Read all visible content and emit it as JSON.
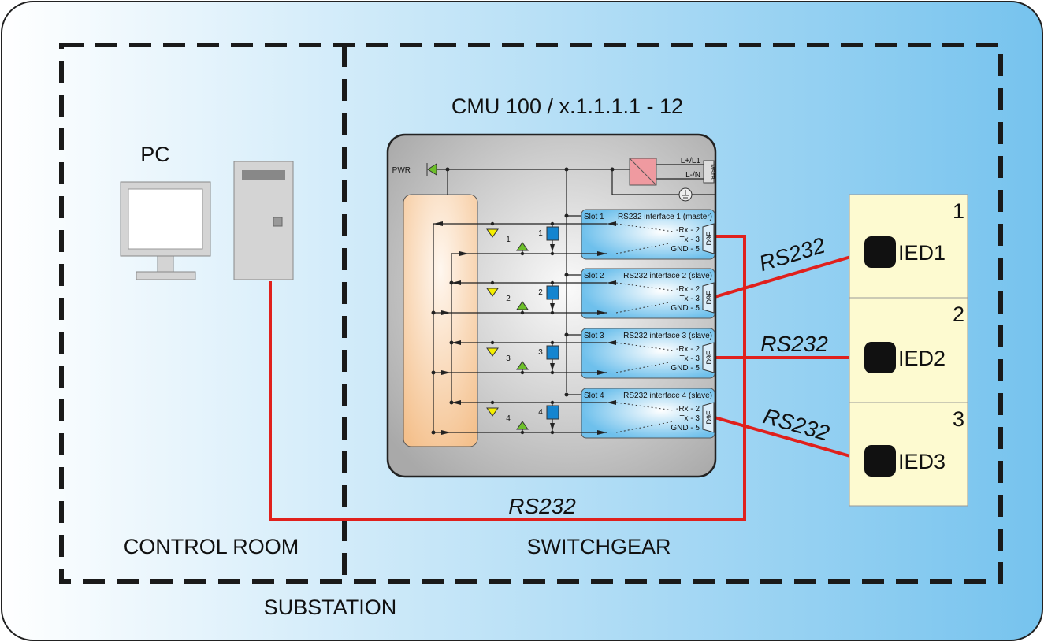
{
  "areas": {
    "substation": "SUBSTATION",
    "control_room": "CONTROL ROOM",
    "switchgear": "SWITCHGEAR"
  },
  "pc": {
    "label": "PC"
  },
  "cmu": {
    "title": "CMU 100 / x.1.1.1.1 - 12",
    "pwr_label": "PWR",
    "power_inputs": [
      "L+/L1",
      "L-/N"
    ],
    "power_connector": "MSTB",
    "slots": [
      {
        "slot": "Slot 1",
        "name": "RS232 interface 1 (master)",
        "index": "1"
      },
      {
        "slot": "Slot 2",
        "name": "RS232 interface 2 (slave)",
        "index": "2"
      },
      {
        "slot": "Slot 3",
        "name": "RS232 interface 3 (slave)",
        "index": "3"
      },
      {
        "slot": "Slot 4",
        "name": "RS232 interface 4 (slave)",
        "index": "4"
      }
    ],
    "pins": [
      "-Rx - 2",
      "Tx - 3",
      "GND - 5"
    ],
    "connector": "D9F"
  },
  "links": {
    "pc_link": "RS232",
    "ied1_link": "RS232",
    "ied2_link": "RS232",
    "ied3_link": "RS232"
  },
  "ieds": [
    {
      "number": "1",
      "label": "IED1"
    },
    {
      "number": "2",
      "label": "IED2"
    },
    {
      "number": "3",
      "label": "IED3"
    }
  ],
  "colors": {
    "wire": "#e0201c",
    "background_start": "#ffffff",
    "background_end": "#76c3ee",
    "slot_box": "#7fc8ef",
    "ied_panel": "#fdfad0",
    "processor": "#f4c08c",
    "psu": "#ef9aa0"
  }
}
